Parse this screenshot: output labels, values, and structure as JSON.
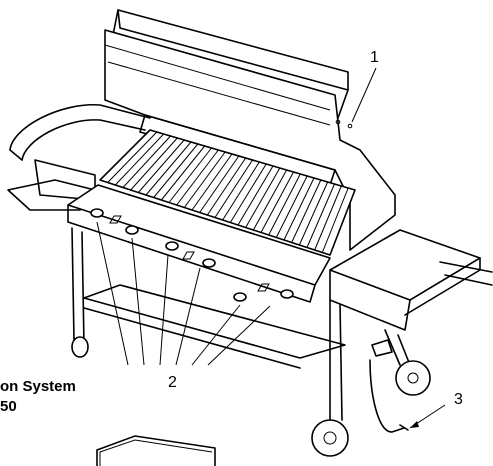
{
  "diagram": {
    "callouts": {
      "lid": "1",
      "burner_controls": "2",
      "gas_hose": "3"
    },
    "caption_lines": [
      "on System",
      "50"
    ]
  }
}
